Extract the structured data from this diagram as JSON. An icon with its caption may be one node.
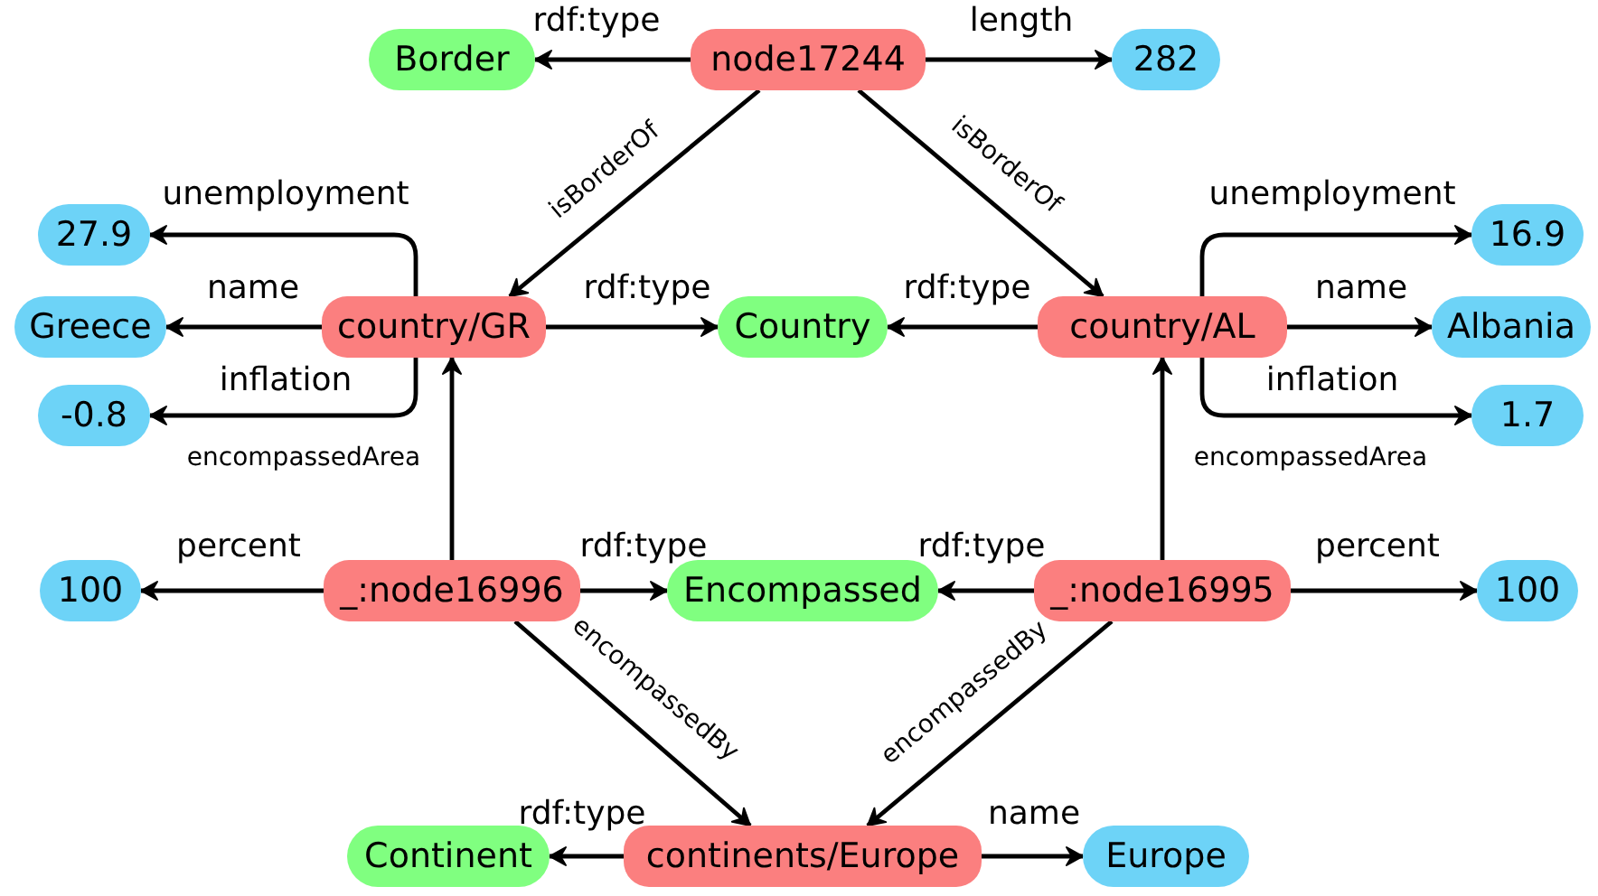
{
  "diagram": {
    "nodes": [
      {
        "text": [
          "Border"
        ]
      },
      {
        "text": [
          "node17244"
        ]
      },
      {
        "text": [
          "282"
        ]
      },
      {
        "text": [
          "27.9"
        ]
      },
      {
        "text": [
          "Greece"
        ]
      },
      {
        "text": [
          "-0.8"
        ]
      },
      {
        "text": [
          "country/GR"
        ]
      },
      {
        "text": [
          "Country"
        ]
      },
      {
        "text": [
          "country/AL"
        ]
      },
      {
        "text": [
          "16.9"
        ]
      },
      {
        "text": [
          "Albania"
        ]
      },
      {
        "text": [
          "1.7"
        ]
      },
      {
        "text": [
          "100"
        ]
      },
      {
        "text": [
          "_:node16996"
        ]
      },
      {
        "text": [
          "Encompassed"
        ]
      },
      {
        "text": [
          "_:node16995"
        ]
      },
      {
        "text": [
          "100"
        ]
      },
      {
        "text": [
          "Continent"
        ]
      },
      {
        "text": [
          "continents/Europe"
        ]
      },
      {
        "text": [
          "Europe"
        ]
      }
    ],
    "edges": [
      {
        "from": 1,
        "to": 0,
        "arrow": "to",
        "label": "rdf:type"
      },
      {
        "from": 1,
        "to": 2,
        "arrow": "to",
        "label": "length"
      },
      {
        "from": 1,
        "to": 6,
        "arrow": "to",
        "label": "isBorderOf"
      },
      {
        "from": 1,
        "to": 8,
        "arrow": "to",
        "label": "isBorderOf"
      },
      {
        "from": 6,
        "to": 3,
        "arrow": "to",
        "label": "unemployment"
      },
      {
        "from": 6,
        "to": 4,
        "arrow": "to",
        "label": "name"
      },
      {
        "from": 6,
        "to": 5,
        "arrow": "to",
        "label": "inflation"
      },
      {
        "from": 6,
        "to": 7,
        "arrow": "to",
        "label": "rdf:type"
      },
      {
        "from": 8,
        "to": 7,
        "arrow": "to",
        "label": "rdf:type"
      },
      {
        "from": 8,
        "to": 9,
        "arrow": "to",
        "label": "unemployment"
      },
      {
        "from": 8,
        "to": 10,
        "arrow": "to",
        "label": "name"
      },
      {
        "from": 8,
        "to": 11,
        "arrow": "to",
        "label": "inflation"
      },
      {
        "from": 13,
        "to": 6,
        "arrow": "to",
        "label": "encompassedArea"
      },
      {
        "from": 15,
        "to": 8,
        "arrow": "to",
        "label": "encompassedArea"
      },
      {
        "from": 13,
        "to": 12,
        "arrow": "to",
        "label": "percent"
      },
      {
        "from": 13,
        "to": 14,
        "arrow": "to",
        "label": "rdf:type"
      },
      {
        "from": 15,
        "to": 14,
        "arrow": "to",
        "label": "rdf:type"
      },
      {
        "from": 15,
        "to": 16,
        "arrow": "to",
        "label": "percent"
      },
      {
        "from": 13,
        "to": 18,
        "arrow": "to",
        "label": "encompassedBy"
      },
      {
        "from": 15,
        "to": 18,
        "arrow": "to",
        "label": "encompassedBy"
      },
      {
        "from": 18,
        "to": 17,
        "arrow": "to",
        "label": "rdf:type"
      },
      {
        "from": 18,
        "to": 19,
        "arrow": "to",
        "label": "name"
      }
    ]
  }
}
